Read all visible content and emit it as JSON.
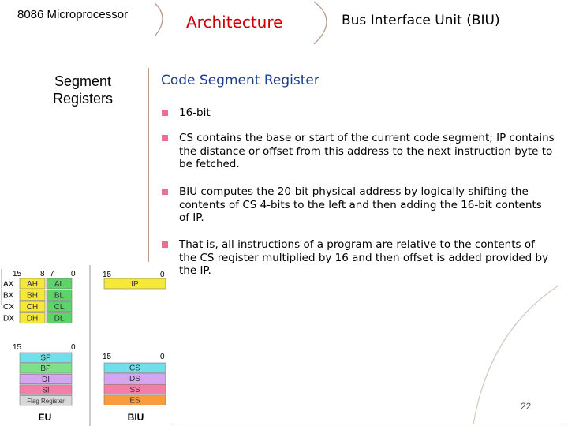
{
  "header": {
    "left": "8086 Microprocessor",
    "center": "Architecture",
    "right": "Bus Interface Unit (BIU)"
  },
  "left_title": "Segment Registers",
  "section_title": "Code Segment Register",
  "bullets": [
    "16-bit",
    "CS contains the base or start of the current code segment; IP contains the distance or offset from this address to the next instruction byte to be fetched.",
    "BIU computes the 20-bit physical address by logically shifting the contents of CS 4-bits to the left and then adding the 16-bit contents of IP.",
    "That is, all instructions of a program are relative to the contents of the CS register multiplied by 16 and then offset is added provided by the IP."
  ],
  "diagram": {
    "eu_label": "EU",
    "biu_label": "BIU",
    "gp_bits": [
      "15",
      "8",
      "7",
      "0"
    ],
    "gp_rows": [
      {
        "name": "AX",
        "high": "AH",
        "low": "AL"
      },
      {
        "name": "BX",
        "high": "BH",
        "low": "BL"
      },
      {
        "name": "CX",
        "high": "CH",
        "low": "CL"
      },
      {
        "name": "DX",
        "high": "DH",
        "low": "DL"
      }
    ],
    "ip_bits": [
      "15",
      "0"
    ],
    "ip": "IP",
    "ptr_bits": [
      "15",
      "0"
    ],
    "ptr_regs": [
      "SP",
      "BP",
      "DI",
      "SI",
      "Flag Register"
    ],
    "seg_bits": [
      "15",
      "0"
    ],
    "seg_regs": [
      "CS",
      "DS",
      "SS",
      "ES"
    ],
    "colors": {
      "hx": "#f5e838",
      "lx": "#5ed36a",
      "ip": "#f5e838",
      "sp": "#6fe0ea",
      "bp": "#7fe08a",
      "di": "#d4a6f0",
      "si": "#f37fa8",
      "flag": "#d8d8d8",
      "cs": "#6fe0ea",
      "ds": "#d4a6f0",
      "ss": "#f37fa8",
      "es": "#f99c3e"
    }
  },
  "page_number": "22"
}
